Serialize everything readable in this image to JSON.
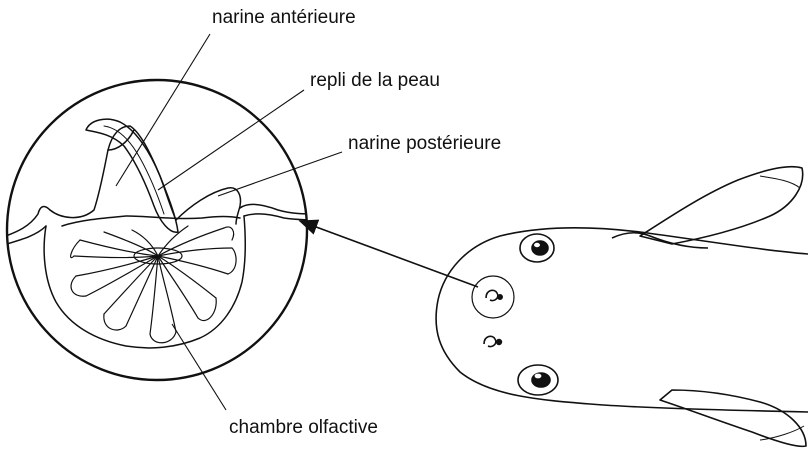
{
  "labels": {
    "narine_anterieure": "narine antérieure",
    "repli_de_la_peau": "repli de la peau",
    "narine_posterieure": "narine postérieure",
    "chambre_olfactive": "chambre olfactive"
  },
  "colors": {
    "ink": "#111111",
    "background": "#ffffff"
  }
}
